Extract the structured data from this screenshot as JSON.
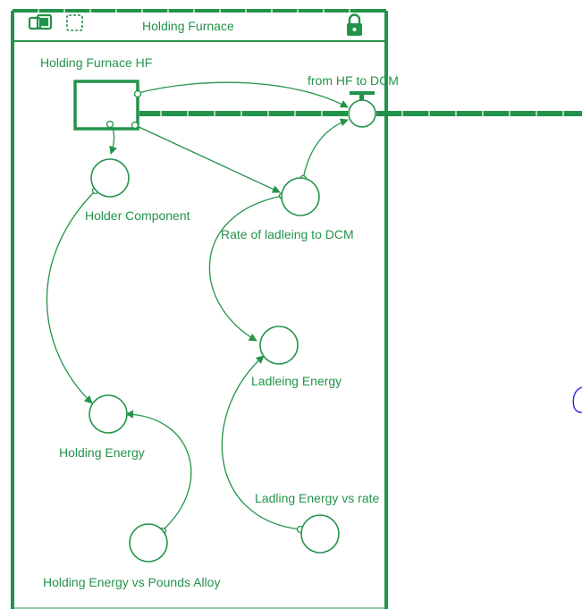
{
  "module": {
    "title": "Holding Furnace",
    "icons": [
      "window-icon",
      "page-icon",
      "lock-icon"
    ]
  },
  "stock": {
    "label": "Holding Furnace HF"
  },
  "flow": {
    "label": "from HF to DCM"
  },
  "converters": {
    "holder_component": "Holder Component",
    "rate_ladleing": "Rate of ladleing to DCM",
    "ladleing_energy": "Ladleing Energy",
    "holding_energy": "Holding Energy",
    "ladling_energy_vs_rate": "Ladling Energy vs rate",
    "holding_energy_vs_pounds": "Holding Energy vs Pounds Alloy"
  },
  "colors": {
    "diagram": "#23934a",
    "offscreen_glyph": "#2a2ae0"
  }
}
